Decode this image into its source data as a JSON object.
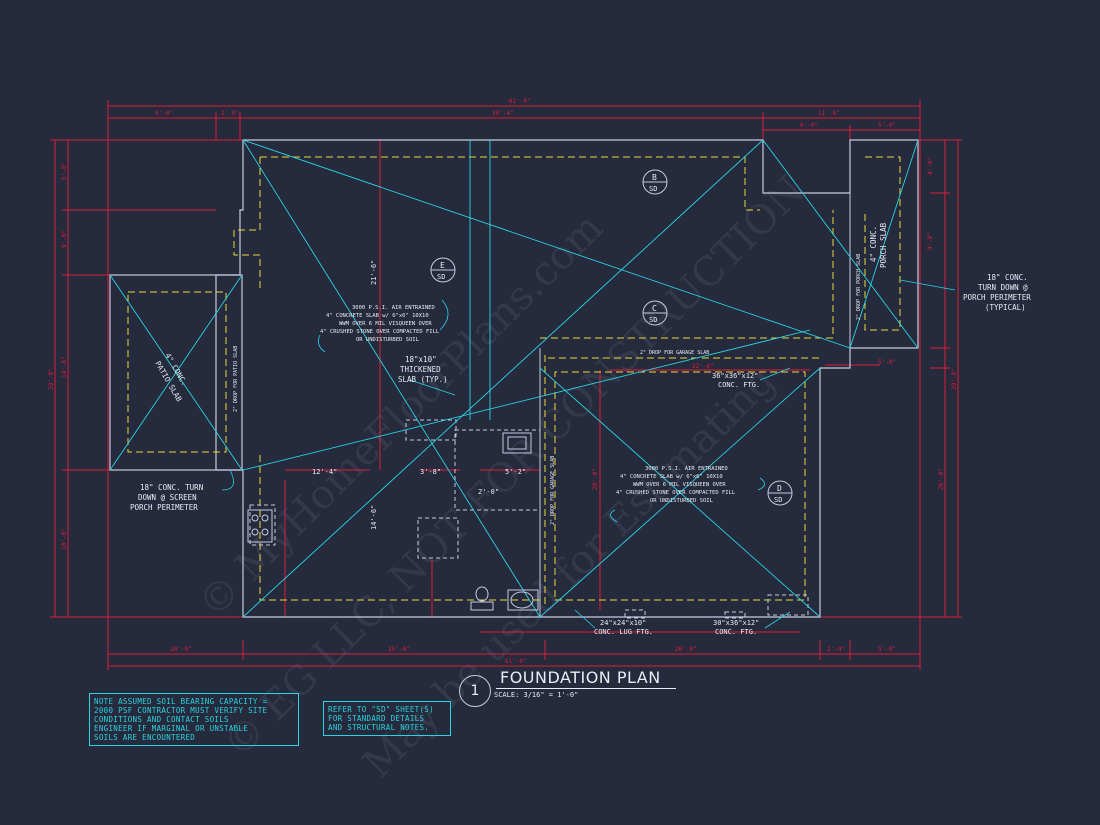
{
  "title_block": {
    "number": "1",
    "title": "FOUNDATION PLAN",
    "scale": "SCALE: 3/16\" = 1'-0\""
  },
  "notes": {
    "soil_note": [
      "NOTE ASSUMED SOIL BEARING CAPACITY =",
      "2000 PSF CONTRACTOR MUST VERIFY SITE",
      "CONDITIONS AND CONTACT SOILS",
      "ENGINEER IF MARGINAL OR UNSTABLE",
      "SOILS ARE ENCOUNTERED"
    ],
    "sd_note": [
      "REFER TO \"SD\" SHEET(S)",
      "FOR STANDARD DETAILS",
      "AND STRUCTURAL NOTES."
    ]
  },
  "callouts": {
    "slab_main": [
      "3000 P.S.I. AIR ENTRAINED",
      "4\" CONCRETE SLAB w/ 6\"x6\" 10X10",
      "WWM OVER 6 MIL VISQUEEN OVER",
      "4\" CRUSHED STONE OVER COMPACTED FILL",
      "OR UNDISTURBED SOIL"
    ],
    "slab_garage": [
      "3000 P.S.I. AIR ENTRAINED",
      "4\" CONCRETE SLAB w/ 6\"x6\" 10X10",
      "WWM OVER 6 MIL VISQUEEN OVER",
      "4\" CRUSHED STONE OVER COMPACTED FILL",
      "OR UNDISTURBED SOIL"
    ],
    "thickened": [
      "18\"x10\"",
      "THICKENED",
      "SLAB (TYP.)"
    ],
    "screen_porch": [
      "18\" CONC. TURN",
      "DOWN @ SCREEN",
      "PORCH PERIMETER"
    ],
    "porch_perimeter": [
      "18\" CONC.",
      "TURN DOWN @",
      "PORCH PERIMETER",
      "(TYPICAL)"
    ],
    "ftg_36": [
      "36\"x36\"x12\"",
      "CONC. FTG."
    ],
    "lug_ftg": [
      "24\"x24\"x10\"",
      "CONC. LUG FTG."
    ],
    "ftg_30": [
      "30\"x36\"x12\"",
      "CONC. FTG."
    ],
    "porch_slab": [
      "4\" CONC.",
      "PORCH SLAB"
    ],
    "patio_slab": [
      "4\" CONC.",
      "PATIO SLAB"
    ],
    "drop_garage": "2\" DROP FOR GARAGE SLAB",
    "drop_garage_v": "2\" DROP FOR GARAGE SLAB",
    "drop_porch": "2\" DROP FOR PORCH SLAB",
    "drop_patio": "2\" DROP FOR PATIO SLAB"
  },
  "section_markers": [
    {
      "letter": "B",
      "sheet": "SD"
    },
    {
      "letter": "E",
      "sheet": "SD"
    },
    {
      "letter": "C",
      "sheet": "SD"
    },
    {
      "letter": "D",
      "sheet": "SD"
    }
  ],
  "dimensions": {
    "overall_top": "61'-0\"",
    "top_a": "9'-0\"",
    "top_b": "2'-0\"",
    "top_c": "39'-4\"",
    "top_d": "11'-8\"",
    "top_e": "6'-0\"",
    "top_f": "5'-0\"",
    "overall_bottom": "61'-0\"",
    "bot_a": "10'-0\"",
    "bot_b": "25'-0\"",
    "bot_c": "26'-0\"",
    "bot_d": "2'-4\"",
    "bot_e": "5'-0\"",
    "left_a": "5'-8\"",
    "left_b": "9'-0\"",
    "left_c": "14'-8\"",
    "left_d": "10'-0\"",
    "left_total": "39'-0\"",
    "right_a": "4'-0\"",
    "right_b": "9'-8\"",
    "right_c": "5'-0\"",
    "right_d": "26'-0\"",
    "right_total": "39'-0\"",
    "interior_12_4": "12'-4\"",
    "interior_3_8": "3'-8\"",
    "interior_5_2": "5'-2\"",
    "interior_2_0": "2'-0\"",
    "interior_21_6": "21'-6\"",
    "interior_14_6": "14'-6\"",
    "interior_22_6": "22'-6\"",
    "interior_20": "20'-0\""
  },
  "watermarks": [
    "© MyHomeFloorPlans.com",
    "© EG LLC, NOT FOR CONSTRUCTION",
    "May be used for Estimating"
  ]
}
